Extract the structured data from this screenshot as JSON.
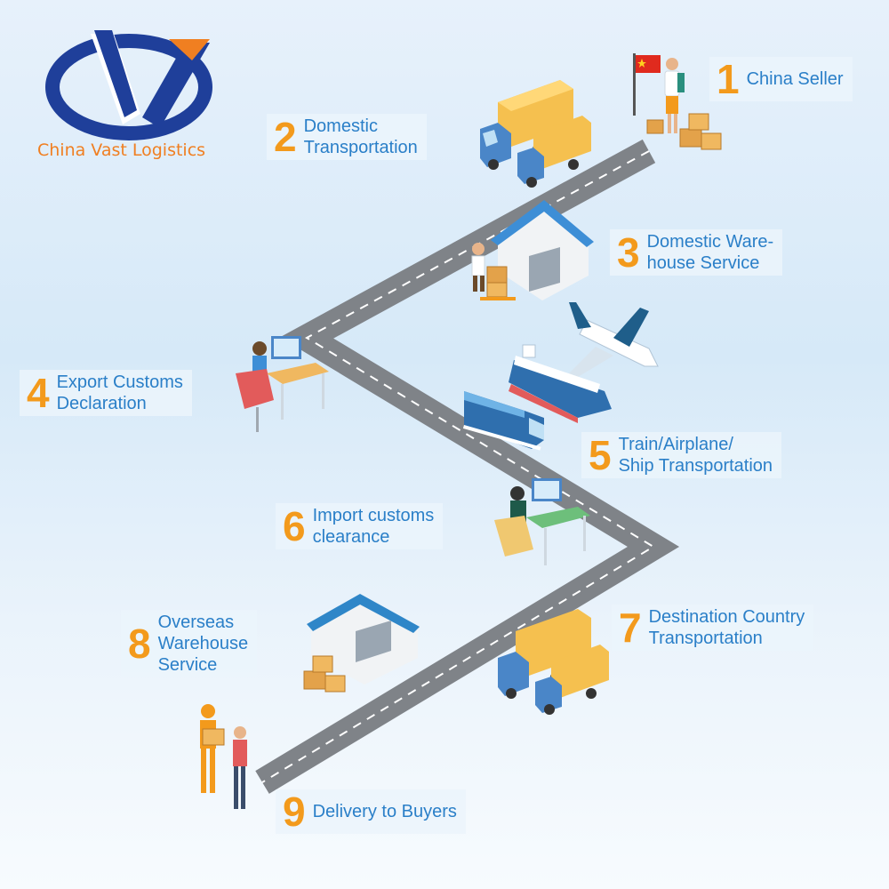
{
  "brand": {
    "name": "China Vast Logistics"
  },
  "steps": [
    {
      "num": "1",
      "line1": "China Seller",
      "line2": "",
      "line3": ""
    },
    {
      "num": "2",
      "line1": "Domestic",
      "line2": "Transportation",
      "line3": ""
    },
    {
      "num": "3",
      "line1": "Domestic Ware-",
      "line2": "house Service",
      "line3": ""
    },
    {
      "num": "4",
      "line1": "Export Customs",
      "line2": "Declaration",
      "line3": ""
    },
    {
      "num": "5",
      "line1": "Train/Airplane/",
      "line2": "Ship Transportation",
      "line3": ""
    },
    {
      "num": "6",
      "line1": "Import customs",
      "line2": "clearance",
      "line3": ""
    },
    {
      "num": "7",
      "line1": "Destination Country",
      "line2": "Transportation",
      "line3": ""
    },
    {
      "num": "8",
      "line1": "Overseas",
      "line2": "Warehouse",
      "line3": "Service"
    },
    {
      "num": "9",
      "line1": "Delivery to Buyers",
      "line2": "",
      "line3": ""
    }
  ],
  "icons": [
    "china-flag-icon",
    "seller-person-icon",
    "boxes-icon",
    "truck-icon",
    "warehouse-icon",
    "worker-icon",
    "customs-desk-icon",
    "airplane-icon",
    "ship-icon",
    "train-icon",
    "overseas-warehouse-icon",
    "delivery-person-icon"
  ],
  "colors": {
    "accent_number": "#f39a1c",
    "label_blue": "#2a7fc8",
    "logo_blue": "#1f3f9a",
    "logo_orange": "#f07f21",
    "road": "#8c8f94"
  }
}
